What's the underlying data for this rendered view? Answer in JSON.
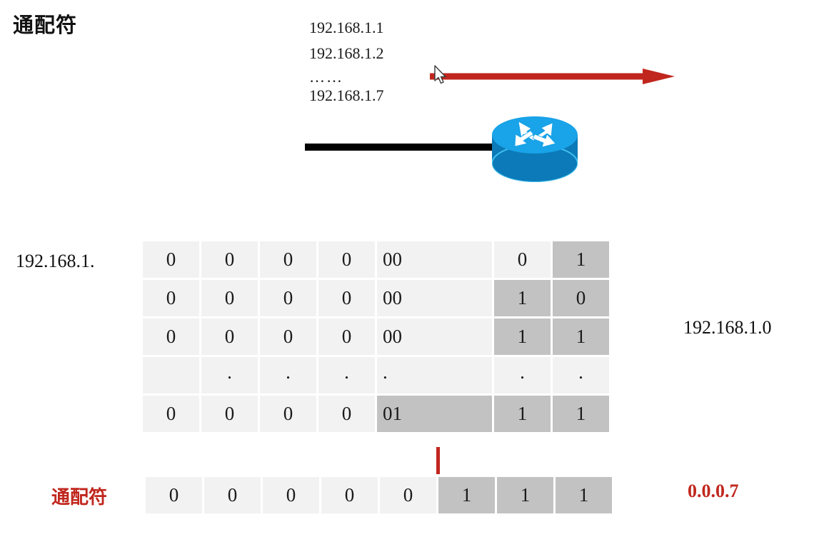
{
  "slide": {
    "title": "通配符"
  },
  "ip_list": {
    "lines": [
      "192.168.1.1",
      "192.168.1.2",
      "……",
      "192.168.1.7"
    ]
  },
  "diagram": {
    "router_icon": "router-icon",
    "arrow_icon": "red-right-arrow",
    "cursor_icon": "mouse-pointer",
    "arrow_color": "#c0261d",
    "link_color": "#000000",
    "router_top_color": "#19a3e8",
    "router_body_color": "#0c7ab8"
  },
  "labels": {
    "row_prefix": "192.168.1.",
    "wildcard_row": "通配符",
    "network_address": "192.168.1.0",
    "wildcard_value": "0.0.0.7",
    "accent_red": "#c0261d"
  },
  "main_table": {
    "rows": [
      {
        "cells": [
          {
            "text": "0",
            "span": 1,
            "shaded": false,
            "align": "center"
          },
          {
            "text": "0",
            "span": 1,
            "shaded": false,
            "align": "center"
          },
          {
            "text": "0",
            "span": 1,
            "shaded": false,
            "align": "center"
          },
          {
            "text": "0",
            "span": 1,
            "shaded": false,
            "align": "center"
          },
          {
            "text": "00",
            "span": 2,
            "shaded": false,
            "align": "left"
          },
          {
            "text": "0",
            "span": 1,
            "shaded": false,
            "align": "center"
          },
          {
            "text": "1",
            "span": 1,
            "shaded": true,
            "align": "center"
          }
        ]
      },
      {
        "cells": [
          {
            "text": "0",
            "span": 1,
            "shaded": false,
            "align": "center"
          },
          {
            "text": "0",
            "span": 1,
            "shaded": false,
            "align": "center"
          },
          {
            "text": "0",
            "span": 1,
            "shaded": false,
            "align": "center"
          },
          {
            "text": "0",
            "span": 1,
            "shaded": false,
            "align": "center"
          },
          {
            "text": "00",
            "span": 2,
            "shaded": false,
            "align": "left"
          },
          {
            "text": "1",
            "span": 1,
            "shaded": true,
            "align": "center"
          },
          {
            "text": "0",
            "span": 1,
            "shaded": true,
            "align": "center"
          }
        ]
      },
      {
        "cells": [
          {
            "text": "0",
            "span": 1,
            "shaded": false,
            "align": "center"
          },
          {
            "text": "0",
            "span": 1,
            "shaded": false,
            "align": "center"
          },
          {
            "text": "0",
            "span": 1,
            "shaded": false,
            "align": "center"
          },
          {
            "text": "0",
            "span": 1,
            "shaded": false,
            "align": "center"
          },
          {
            "text": "00",
            "span": 2,
            "shaded": false,
            "align": "left"
          },
          {
            "text": "1",
            "span": 1,
            "shaded": true,
            "align": "center"
          },
          {
            "text": "1",
            "span": 1,
            "shaded": true,
            "align": "center"
          }
        ]
      },
      {
        "cells": [
          {
            "text": "",
            "span": 1,
            "shaded": false,
            "align": "center"
          },
          {
            "text": ".",
            "span": 1,
            "shaded": false,
            "align": "center"
          },
          {
            "text": ".",
            "span": 1,
            "shaded": false,
            "align": "center"
          },
          {
            "text": ".",
            "span": 1,
            "shaded": false,
            "align": "center"
          },
          {
            "text": ".",
            "span": 2,
            "shaded": false,
            "align": "left"
          },
          {
            "text": ".",
            "span": 1,
            "shaded": false,
            "align": "center"
          },
          {
            "text": ".",
            "span": 1,
            "shaded": false,
            "align": "center"
          }
        ]
      },
      {
        "cells": [
          {
            "text": "0",
            "span": 1,
            "shaded": false,
            "align": "center"
          },
          {
            "text": "0",
            "span": 1,
            "shaded": false,
            "align": "center"
          },
          {
            "text": "0",
            "span": 1,
            "shaded": false,
            "align": "center"
          },
          {
            "text": "0",
            "span": 1,
            "shaded": false,
            "align": "center"
          },
          {
            "text": "01",
            "span": 2,
            "shaded": true,
            "align": "left"
          },
          {
            "text": "1",
            "span": 1,
            "shaded": true,
            "align": "center"
          },
          {
            "text": "1",
            "span": 1,
            "shaded": true,
            "align": "center"
          }
        ]
      }
    ]
  },
  "wildcard_table": {
    "rows": [
      {
        "cells": [
          {
            "text": "0",
            "span": 1,
            "shaded": false,
            "align": "center"
          },
          {
            "text": "0",
            "span": 1,
            "shaded": false,
            "align": "center"
          },
          {
            "text": "0",
            "span": 1,
            "shaded": false,
            "align": "center"
          },
          {
            "text": "0",
            "span": 1,
            "shaded": false,
            "align": "center"
          },
          {
            "text": "0",
            "span": 1,
            "shaded": false,
            "align": "center"
          },
          {
            "text": "1",
            "span": 1,
            "shaded": true,
            "align": "center"
          },
          {
            "text": "1",
            "span": 1,
            "shaded": true,
            "align": "center"
          },
          {
            "text": "1",
            "span": 1,
            "shaded": true,
            "align": "center"
          }
        ]
      }
    ]
  }
}
